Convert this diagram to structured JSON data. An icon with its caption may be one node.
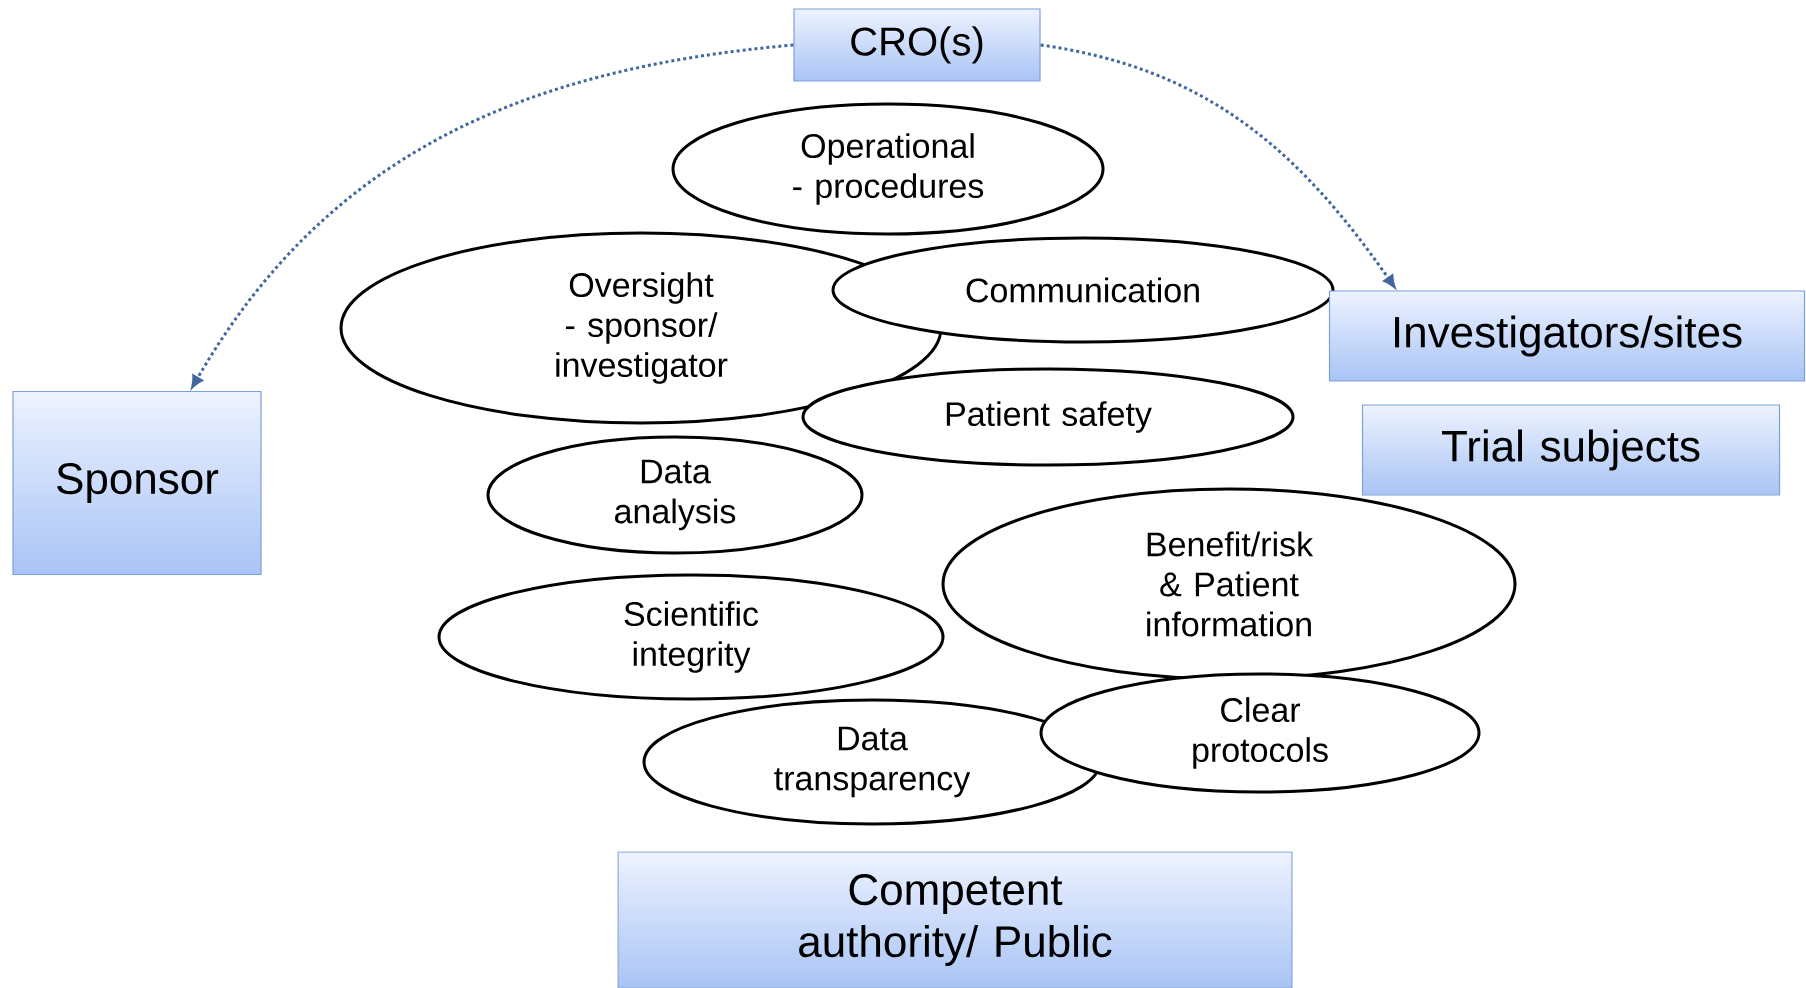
{
  "diagram": {
    "nodes": [
      {
        "text": [
          "CRO(s)"
        ]
      },
      {
        "text": [
          "Operational - procedures"
        ]
      },
      {
        "text": [
          "Oversight - sponsor/ investigator"
        ]
      },
      {
        "text": [
          "Communication"
        ]
      },
      {
        "text": [
          "Investigators/sites"
        ]
      },
      {
        "text": [
          "Patient safety"
        ]
      },
      {
        "text": [
          "Trial subjects"
        ]
      },
      {
        "text": [
          "Sponsor"
        ]
      },
      {
        "text": [
          "Data analysis"
        ]
      },
      {
        "text": [
          "Benefit/risk & Patient information"
        ]
      },
      {
        "text": [
          "Scientific integrity"
        ]
      },
      {
        "text": [
          "Data transparency"
        ]
      },
      {
        "text": [
          "Clear protocols"
        ]
      },
      {
        "text": [
          "Competent authority/ Public"
        ]
      }
    ],
    "edges": [
      {
        "from": 0,
        "to": 7,
        "arrow": "to",
        "style": "dashed"
      },
      {
        "from": 0,
        "to": 4,
        "arrow": "to",
        "style": "dashed"
      }
    ]
  }
}
